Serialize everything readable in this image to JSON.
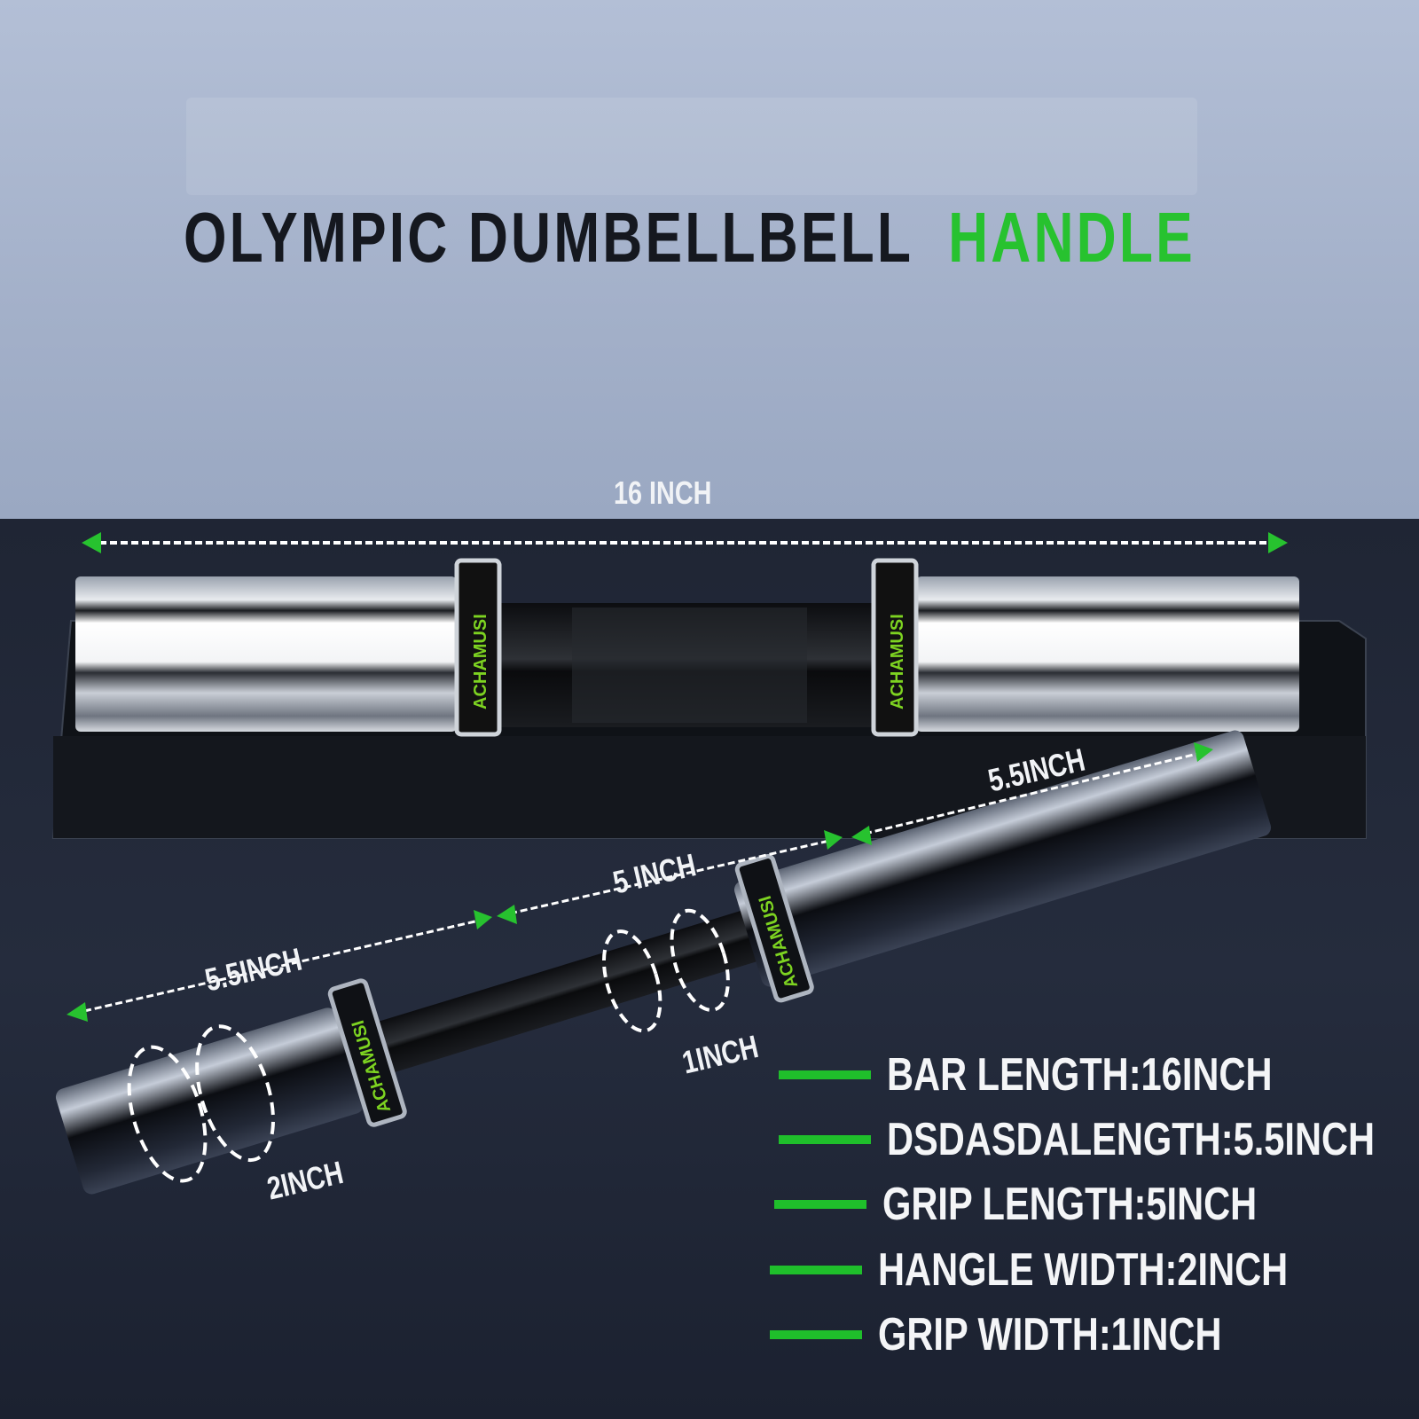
{
  "title": {
    "part1": "OLYMPIC DUMBELLBELL",
    "part2": "HANDLE"
  },
  "brand": "ACHAMUSI",
  "dimensions": {
    "overall": "16 INCH",
    "sleeve_right": "5.5INCH",
    "grip": "5 INCH",
    "sleeve_left": "5.5INCH",
    "grip_diameter": "1INCH",
    "sleeve_diameter": "2INCH"
  },
  "specs": [
    {
      "label": "BAR LENGTH:16INCH"
    },
    {
      "label": "DSDASDALENGTH:5.5INCH"
    },
    {
      "label": "GRIP LENGTH:5INCH"
    },
    {
      "label": "HANGLE WIDTH:2INCH"
    },
    {
      "label": "GRIP WIDTH:1INCH"
    }
  ],
  "colors": {
    "accent": "#27c22f",
    "dark": "#1d2331",
    "sky": "#a3b0c9"
  }
}
